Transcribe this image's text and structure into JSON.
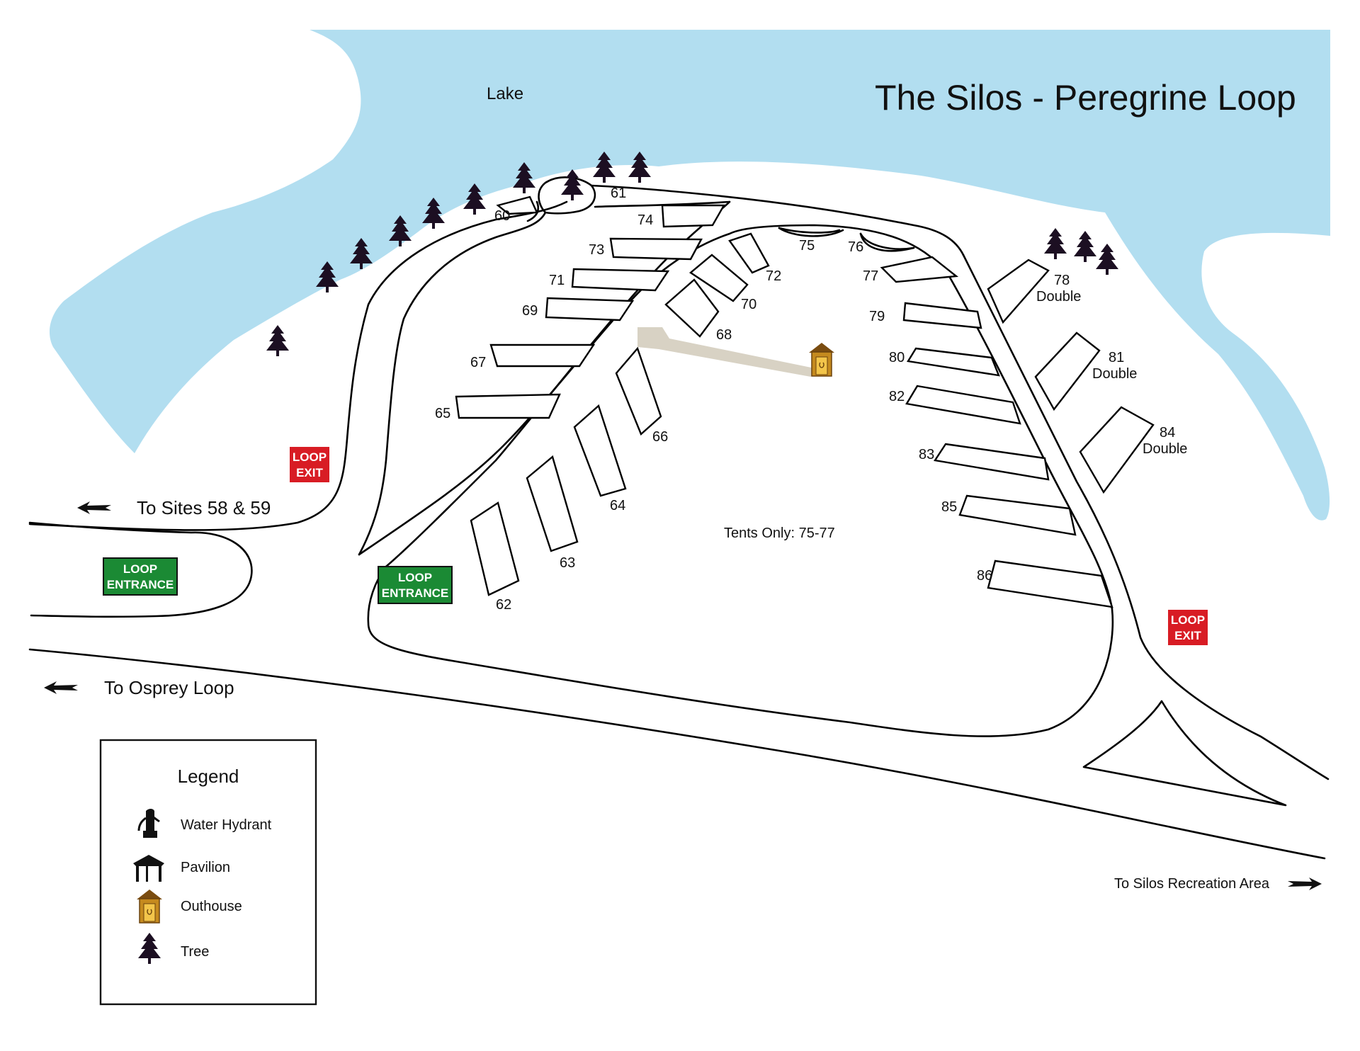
{
  "title": "The Silos - Peregrine Loop",
  "lake_label": "Lake",
  "note": "Tents Only: 75-77",
  "directions": {
    "sites_58_59": "To Sites 58 & 59",
    "osprey": "To Osprey Loop",
    "recreation": "To Silos Recreation Area"
  },
  "signs": {
    "loop_exit_line1": "LOOP",
    "loop_exit_line2": "EXIT",
    "loop_entrance_line1": "LOOP",
    "loop_entrance_line2": "ENTRANCE"
  },
  "colors": {
    "water": "#b2def0",
    "entrance_sign": "#1b8a34",
    "exit_sign": "#d81c24",
    "tree": "#1c0f22",
    "outhouse": "#c58a1e",
    "path": "#d8d2c4"
  },
  "sites": {
    "s60": "60",
    "s61": "61",
    "s62": "62",
    "s63": "63",
    "s64": "64",
    "s65": "65",
    "s66": "66",
    "s67": "67",
    "s68": "68",
    "s69": "69",
    "s70": "70",
    "s71": "71",
    "s72": "72",
    "s73": "73",
    "s74": "74",
    "s75": "75",
    "s76": "76",
    "s77": "77",
    "s78": "78",
    "s79": "79",
    "s80": "80",
    "s81": "81",
    "s82": "82",
    "s83": "83",
    "s84": "84",
    "s85": "85",
    "s86": "86",
    "double": "Double"
  },
  "legend": {
    "title": "Legend",
    "items": [
      {
        "label": "Water Hydrant",
        "icon": "water-hydrant-icon"
      },
      {
        "label": "Pavilion",
        "icon": "pavilion-icon"
      },
      {
        "label": "Outhouse",
        "icon": "outhouse-icon"
      },
      {
        "label": "Tree",
        "icon": "tree-icon"
      }
    ]
  }
}
